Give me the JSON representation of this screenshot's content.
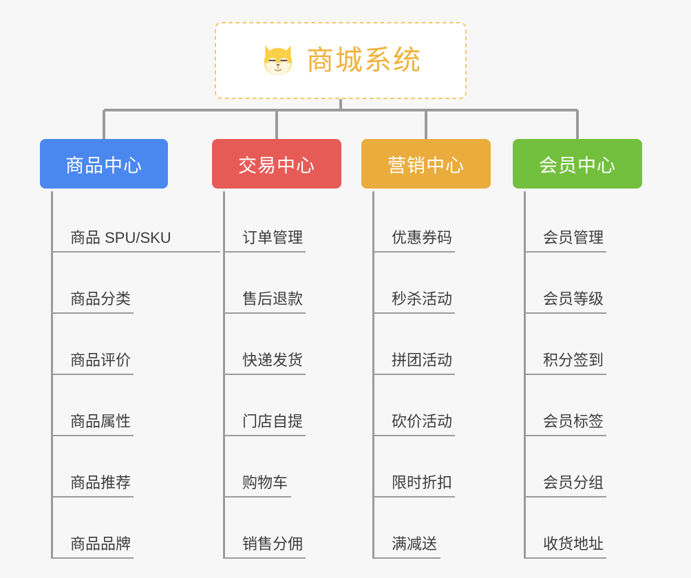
{
  "diagram": {
    "title": "商城系统",
    "root_icon": "shiba-dog-icon",
    "background_color": "#f7f7f7",
    "root": {
      "label": "商城系统",
      "border_color": "#f3c96b",
      "text_color": "#f0b13c",
      "background": "#ffffff"
    },
    "connector_color": "#9b9b9b",
    "columns": [
      {
        "id": "product-center",
        "label": "商品中心",
        "color": "#4a88ef",
        "items": [
          "商品 SPU/SKU",
          "商品分类",
          "商品评价",
          "商品属性",
          "商品推荐",
          "商品品牌"
        ]
      },
      {
        "id": "trade-center",
        "label": "交易中心",
        "color": "#e75b57",
        "items": [
          "订单管理",
          "售后退款",
          "快递发货",
          "门店自提",
          "购物车",
          "销售分佣"
        ]
      },
      {
        "id": "marketing-center",
        "label": "营销中心",
        "color": "#eaac3c",
        "items": [
          "优惠券码",
          "秒杀活动",
          "拼团活动",
          "砍价活动",
          "限时折扣",
          "满减送"
        ]
      },
      {
        "id": "member-center",
        "label": "会员中心",
        "color": "#73c03e",
        "items": [
          "会员管理",
          "会员等级",
          "积分签到",
          "会员标签",
          "会员分组",
          "收货地址"
        ]
      }
    ]
  }
}
